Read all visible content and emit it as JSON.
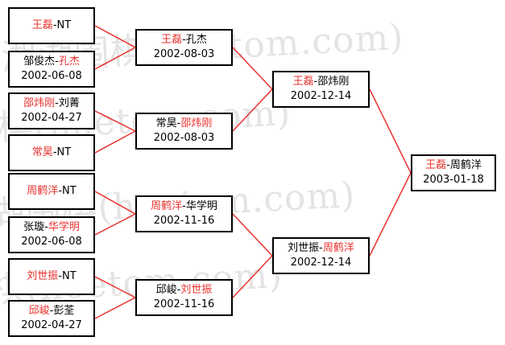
{
  "watermark": "湘湖围棋(hoetom.com)",
  "colors": {
    "winner": "#e8322e",
    "text": "#000000",
    "wire": "#e8322e",
    "watermark": "#e4e4e4"
  },
  "round1": [
    {
      "players": [
        {
          "name": "王磊",
          "win": true
        },
        {
          "name": "NT",
          "win": false
        }
      ],
      "sep": "-",
      "date": ""
    },
    {
      "players": [
        {
          "name": "邹俊杰",
          "win": false
        },
        {
          "name": "孔杰",
          "win": true
        }
      ],
      "sep": "-",
      "date": "2002-06-08"
    },
    {
      "players": [
        {
          "name": "邵炜刚",
          "win": true
        },
        {
          "name": "刘菁",
          "win": false
        }
      ],
      "sep": "-",
      "date": "2002-04-27"
    },
    {
      "players": [
        {
          "name": "常昊",
          "win": true
        },
        {
          "name": "NT",
          "win": false
        }
      ],
      "sep": "-",
      "date": ""
    },
    {
      "players": [
        {
          "name": "周鹤洋",
          "win": true
        },
        {
          "name": "NT",
          "win": false
        }
      ],
      "sep": "-",
      "date": ""
    },
    {
      "players": [
        {
          "name": "张璇",
          "win": false
        },
        {
          "name": "华学明",
          "win": true
        }
      ],
      "sep": "-",
      "date": "2002-06-08"
    },
    {
      "players": [
        {
          "name": "刘世振",
          "win": true
        },
        {
          "name": "NT",
          "win": false
        }
      ],
      "sep": "-",
      "date": ""
    },
    {
      "players": [
        {
          "name": "邱峻",
          "win": true
        },
        {
          "name": "彭荃",
          "win": false
        }
      ],
      "sep": "-",
      "date": "2002-04-27"
    }
  ],
  "round2": [
    {
      "players": [
        {
          "name": "王磊",
          "win": true
        },
        {
          "name": "孔杰",
          "win": false
        }
      ],
      "sep": "-",
      "date": "2002-08-03"
    },
    {
      "players": [
        {
          "name": "常昊",
          "win": false
        },
        {
          "name": "邵炜刚",
          "win": true
        }
      ],
      "sep": "-",
      "date": "2002-08-03"
    },
    {
      "players": [
        {
          "name": "周鹤洋",
          "win": true
        },
        {
          "name": "华学明",
          "win": false
        }
      ],
      "sep": "-",
      "date": "2002-11-16"
    },
    {
      "players": [
        {
          "name": "邱峻",
          "win": false
        },
        {
          "name": "刘世振",
          "win": true
        }
      ],
      "sep": "-",
      "date": "2002-11-16"
    }
  ],
  "round3": [
    {
      "players": [
        {
          "name": "王磊",
          "win": true
        },
        {
          "name": "邵炜刚",
          "win": false
        }
      ],
      "sep": "-",
      "date": "2002-12-14"
    },
    {
      "players": [
        {
          "name": "刘世振",
          "win": false
        },
        {
          "name": "周鹤洋",
          "win": true
        }
      ],
      "sep": "-",
      "date": "2002-12-14"
    }
  ],
  "final": [
    {
      "players": [
        {
          "name": "王磊",
          "win": true
        },
        {
          "name": "周鹤洋",
          "win": false
        }
      ],
      "sep": "-",
      "date": "2003-01-18"
    }
  ]
}
